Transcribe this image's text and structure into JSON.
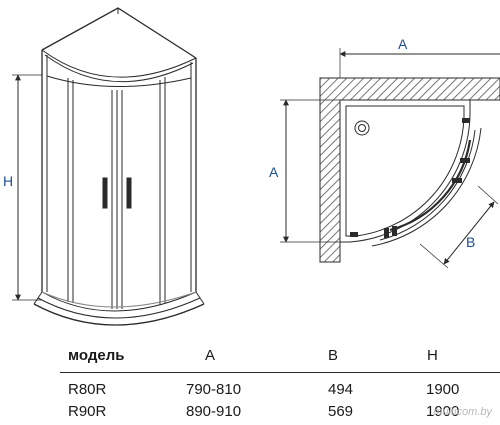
{
  "labels": {
    "height": "H",
    "width_a": "A",
    "depth_a": "A",
    "door_b": "B"
  },
  "table": {
    "headers": [
      "модель",
      "A",
      "B",
      "H"
    ],
    "rows": [
      [
        "R80R",
        "790-810",
        "494",
        "1900"
      ],
      [
        "R90R",
        "890-910",
        "569",
        "1900"
      ]
    ]
  },
  "watermark": "multicom.by",
  "colors": {
    "dimension_label": "#1f4e91",
    "line": "#2a2a2a",
    "hatch": "#555555"
  }
}
